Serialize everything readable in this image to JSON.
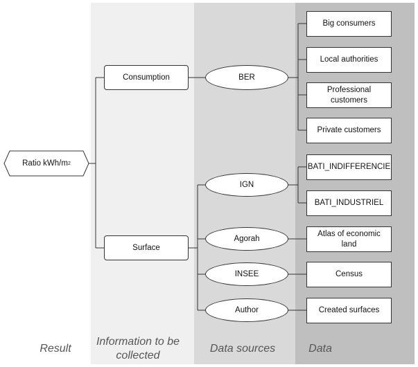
{
  "colors": {
    "result_column": "#ffffff",
    "info_column": "#f0f0f0",
    "sources_column": "#d9d9d9",
    "data_column": "#bfbfbf",
    "line": "#333333"
  },
  "columns": {
    "result": "Result",
    "info": "Information to be collected",
    "sources": "Data sources",
    "data": "Data"
  },
  "result": {
    "label": "Ratio kWh/m",
    "superscript": "2"
  },
  "info": {
    "consumption": "Consumption",
    "surface": "Surface"
  },
  "sources": {
    "ber": "BER",
    "ign": "IGN",
    "agorah": "Agorah",
    "insee": "INSEE",
    "author": "Author"
  },
  "data": {
    "big_consumers": "Big consumers",
    "local_authorities": "Local authorities",
    "professional_customers": "Professional customers",
    "private_customers": "Private customers",
    "bati_indifferencie": "BATI_INDIFFERENCIE",
    "bati_industriel": "BATI_INDUSTRIEL",
    "atlas": "Atlas of economic land",
    "census": "Census",
    "created_surfaces": "Created surfaces"
  }
}
